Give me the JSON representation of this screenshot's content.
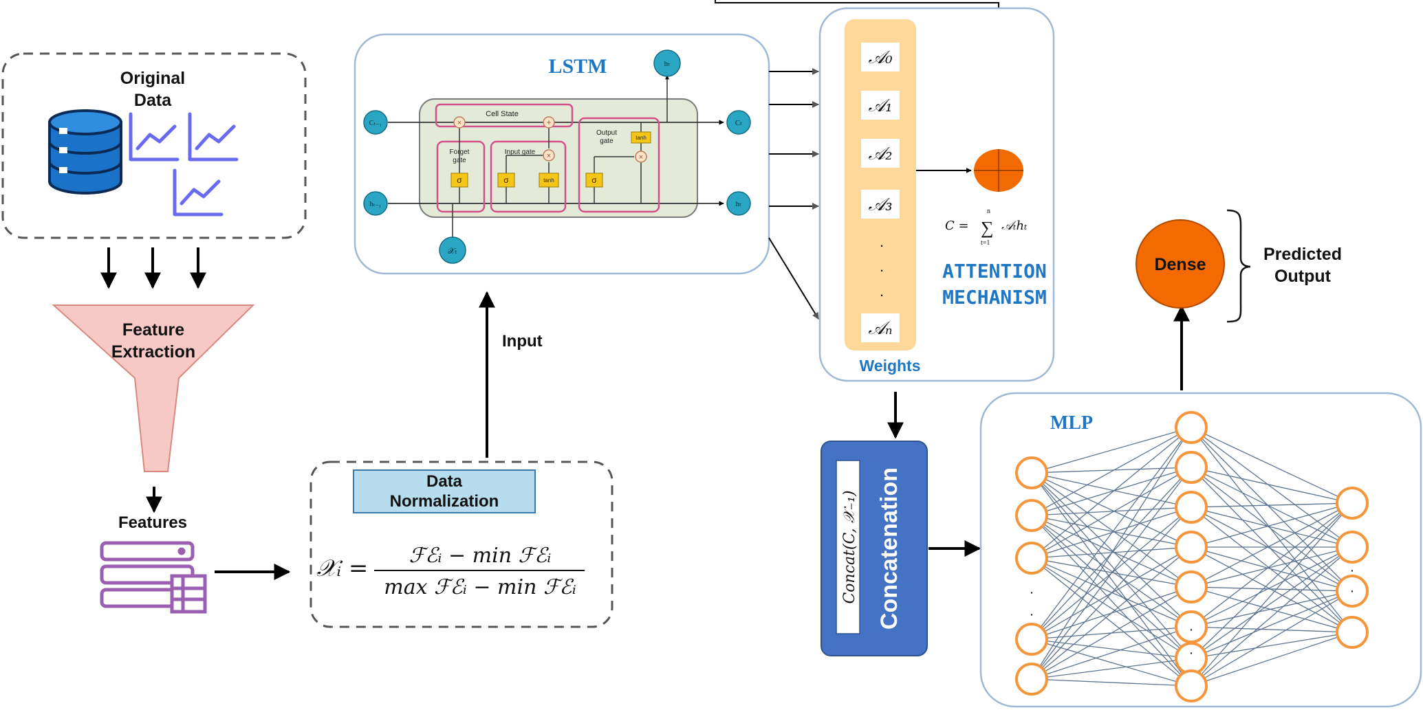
{
  "original_data": {
    "title_line1": "Original",
    "title_line2": "Data",
    "icons": [
      "database-icon",
      "line-chart-icon",
      "line-chart-icon",
      "line-chart-icon"
    ]
  },
  "feature_extraction": {
    "line1": "Feature",
    "line2": "Extraction"
  },
  "features": {
    "label": "Features",
    "icon": "server-stack-icon"
  },
  "normalization": {
    "title_line1": "Data",
    "title_line2": "Normalization",
    "formula_lhs": "𝒳ᵢ =",
    "formula_numerator": "ℱℰᵢ − min ℱℰᵢ",
    "formula_denominator": "max ℱℰᵢ − min ℱℰᵢ"
  },
  "input_label": "Input",
  "lstm": {
    "title": "LSTM",
    "cell_state": "Cell State",
    "forget_gate_line1": "Forget",
    "forget_gate_line2": "gate",
    "input_gate": "Input gate",
    "output_gate_line1": "Output",
    "output_gate_line2": "gate",
    "sigma": "σ",
    "tanh": "tanh",
    "multiply": "×",
    "add": "+",
    "c_prev": "Cₜ₋₁",
    "c_next": "Cₜ",
    "h_prev": "hₜ₋₁",
    "h_next": "hₜ",
    "h_top": "hₜ",
    "x_t": "𝒳ₜ"
  },
  "attention": {
    "weights": [
      "𝒜₀",
      "𝒜₁",
      "𝒜₂",
      "𝒜₃",
      "·",
      "·",
      "·",
      "𝒜ₙ"
    ],
    "weights_label": "Weights",
    "title_line1": "ATTENTION",
    "title_line2": "MECHANISM",
    "formula_lhs": "C =",
    "formula_sum": "∑",
    "formula_sum_top": "n",
    "formula_sum_bottom": "t=1",
    "formula_term": "𝒜ₜhₜ"
  },
  "concatenation": {
    "label": "Concatenation",
    "formula": "Concat(C, 𝒳₋₁)"
  },
  "mlp": {
    "title": "MLP",
    "layer_sizes": [
      5,
      8,
      4
    ]
  },
  "dense": {
    "label": "Dense"
  },
  "predicted": {
    "line1": "Predicted",
    "line2": "Output"
  },
  "colors": {
    "accent_blue": "#1f77c4",
    "concat_blue": "#4472c4",
    "dense_orange": "#f26a00",
    "neuron_orange": "#f5963c",
    "weights_yellow": "#fdd89a",
    "funnel_pink": "#f6c9c5",
    "teal_node": "#2aa6c4",
    "gate_yellow": "#f5c518",
    "gate_pink": "#d4508a",
    "lstm_green": "#e3ebd8",
    "normalization_header": "#b6dced",
    "chart_purple": "#6a6af0"
  }
}
